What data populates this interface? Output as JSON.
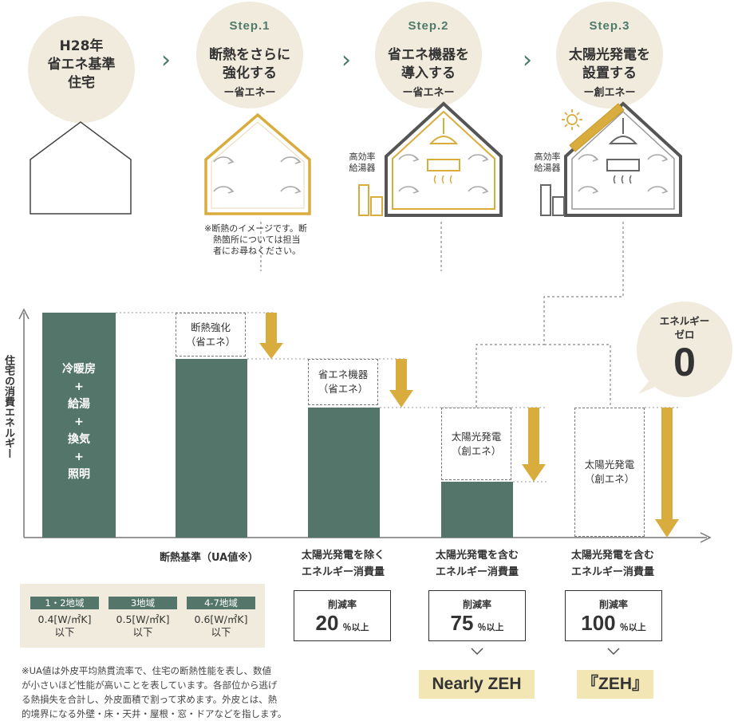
{
  "steps": [
    {
      "tag": "",
      "title_lines": [
        "H28年",
        "省エネ基準",
        "住宅"
      ],
      "sub": ""
    },
    {
      "tag": "Step.1",
      "title_lines": [
        "断熱をさらに",
        "強化する"
      ],
      "sub": "ー省エネー"
    },
    {
      "tag": "Step.2",
      "title_lines": [
        "省エネ機器を",
        "導入する"
      ],
      "sub": "ー省エネー"
    },
    {
      "tag": "Step.3",
      "title_lines": [
        "太陽光発電を",
        "設置する"
      ],
      "sub": "ー創エネー"
    }
  ],
  "water_heater_label": [
    "高効率",
    "給湯器"
  ],
  "insulation_note": [
    "※断熱のイメージです。断",
    "熱箇所については担当",
    "者にお尋ねください。"
  ],
  "y_axis_label": "住宅の消費エネルギー",
  "first_bar_lines": [
    "冷暖房",
    "+",
    "給湯",
    "+",
    "換気",
    "+",
    "照明"
  ],
  "dash_boxes": [
    {
      "lines": [
        "断熱強化",
        "（省エネ）"
      ]
    },
    {
      "lines": [
        "省エネ機器",
        "（省エネ）"
      ]
    },
    {
      "lines": [
        "太陽光発電",
        "（創エネ）"
      ]
    },
    {
      "lines": [
        "太陽光発電",
        "（創エネ）"
      ]
    }
  ],
  "zero_bubble": {
    "label_lines": [
      "エネルギー",
      "ゼロ"
    ],
    "value": "0"
  },
  "insulation_standard_label": "断熱基準（UA値※）",
  "regions": [
    {
      "tag": "1・2地域",
      "value": "0.4[W/㎡K]",
      "suffix": "以下"
    },
    {
      "tag": "3地域",
      "value": "0.5[W/㎡K]",
      "suffix": "以下"
    },
    {
      "tag": "4-7地域",
      "value": "0.6[W/㎡K]",
      "suffix": "以下"
    }
  ],
  "columns": [
    {
      "caption": [
        "太陽光発電を除く",
        "エネルギー消費量"
      ],
      "reduction_label": "削減率",
      "reduction_value": "20",
      "reduction_unit": "％以上",
      "badge": ""
    },
    {
      "caption": [
        "太陽光発電を含む",
        "エネルギー消費量"
      ],
      "reduction_label": "削減率",
      "reduction_value": "75",
      "reduction_unit": "％以上",
      "badge": "Nearly ZEH"
    },
    {
      "caption": [
        "太陽光発電を含む",
        "エネルギー消費量"
      ],
      "reduction_label": "削減率",
      "reduction_value": "100",
      "reduction_unit": "％以上",
      "badge": "『ZEH』"
    }
  ],
  "footnote": [
    "※UA値は外皮平均熱貫流率で、住宅の断熱性能を表し、数値",
    "が小さいほど性能が高いことを表しています。各部位から逃げ",
    "る熱損失を合計し、外皮面積で割って求めます。外皮とは、熱",
    "的境界になる外壁・床・天井・屋根・窓・ドアなどを指します。"
  ],
  "colors": {
    "bar": "#54766a",
    "accent": "#d9ac3e",
    "circle": "#f1ebdd",
    "badge": "#f3e6b5",
    "step_tag": "#4f7a6a"
  }
}
